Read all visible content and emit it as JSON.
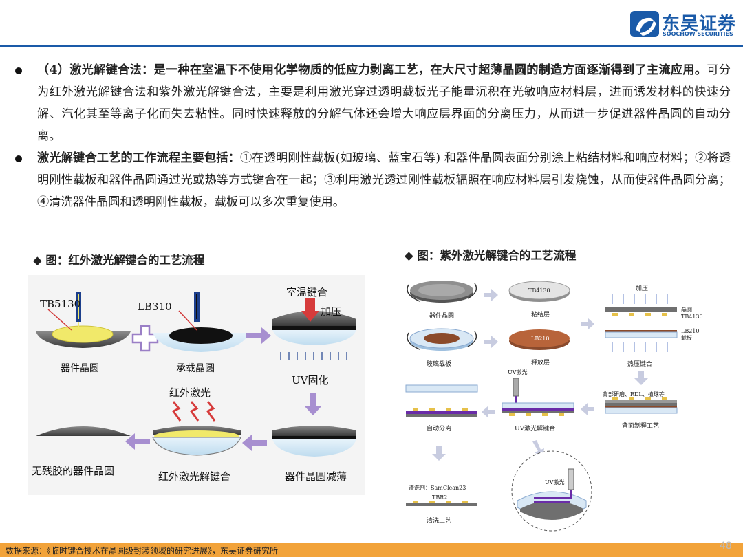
{
  "header": {
    "logo_cn": "东吴证券",
    "logo_en": "SOOCHOW SECURITIES"
  },
  "paragraphs": [
    {
      "bold": "（4）激光解键合法：是一种在室温下不使用化学物质的低应力剥离工艺，在大尺寸超薄晶圆的制造方面逐渐得到了主流应用。",
      "normal": "可分为红外激光解键合法和紫外激光解键合法，主要是利用激光穿过透明载板光子能量沉积在光敏响应材料层，进而诱发材料的快速分解、汽化其至等离子化而失去粘性。同时快速释放的分解气体还会增大响应层界面的分离压力，从而进一步促进器件晶圆的自动分离。"
    },
    {
      "bold": "激光解键合工艺的工作流程主要包括：",
      "normal": "①在透明刚性载板(如玻璃、蓝宝石等) 和器件晶圆表面分别涂上粘结材料和响应材料；②将透明刚性载板和器件晶圆通过光或热等方式键合在一起；③利用激光透过刚性载板辐照在响应材料层引发烧蚀，从而使器件晶圆分离；④清洗器件晶圆和透明刚性载板，载板可以多次重复使用。"
    }
  ],
  "figure_left": {
    "title": "◆ 图：红外激光解键合的工艺流程",
    "labels": {
      "tb5130": "TB5130",
      "lb310": "LB310",
      "room_temp": "室温键合",
      "press": "加压",
      "device_wafer": "器件晶圆",
      "carrier_wafer": "承载晶圆",
      "uv_cure": "UV固化",
      "ir_laser": "红外激光",
      "no_residue": "无残胶的器件晶圆",
      "ir_debond": "红外激光解键合",
      "thinning": "器件晶圆减薄"
    }
  },
  "figure_right": {
    "title": "◆ 图：紫外激光解键合的工艺流程",
    "labels": {
      "tb4130": "TB4130",
      "device_wafer": "器件晶圆",
      "adhesive": "粘结层",
      "press": "加压",
      "wafer_tb": "晶圆\nTB4130",
      "lb210": "LB210",
      "glass": "玻璃载板",
      "release": "释放层",
      "lb210_carrier": "LB210\n载板",
      "hot_press": "热压键合",
      "uv_laser": "UV激光",
      "backgrind": "背部研磨、RDL、植球等",
      "auto_sep": "自动分离",
      "uv_debond": "UV激光解键合",
      "back_process": "背面制程工艺",
      "cleaner": "清洗剂：SamClean23",
      "tbr2": "TBR2",
      "clean_proc": "清洗工艺",
      "uv_laser2": "UV激光"
    }
  },
  "footer": {
    "source": "数据来源：《临时键合技术在晶圆级封装领域的研究进展》，东吴证券研究所",
    "page": "48"
  }
}
